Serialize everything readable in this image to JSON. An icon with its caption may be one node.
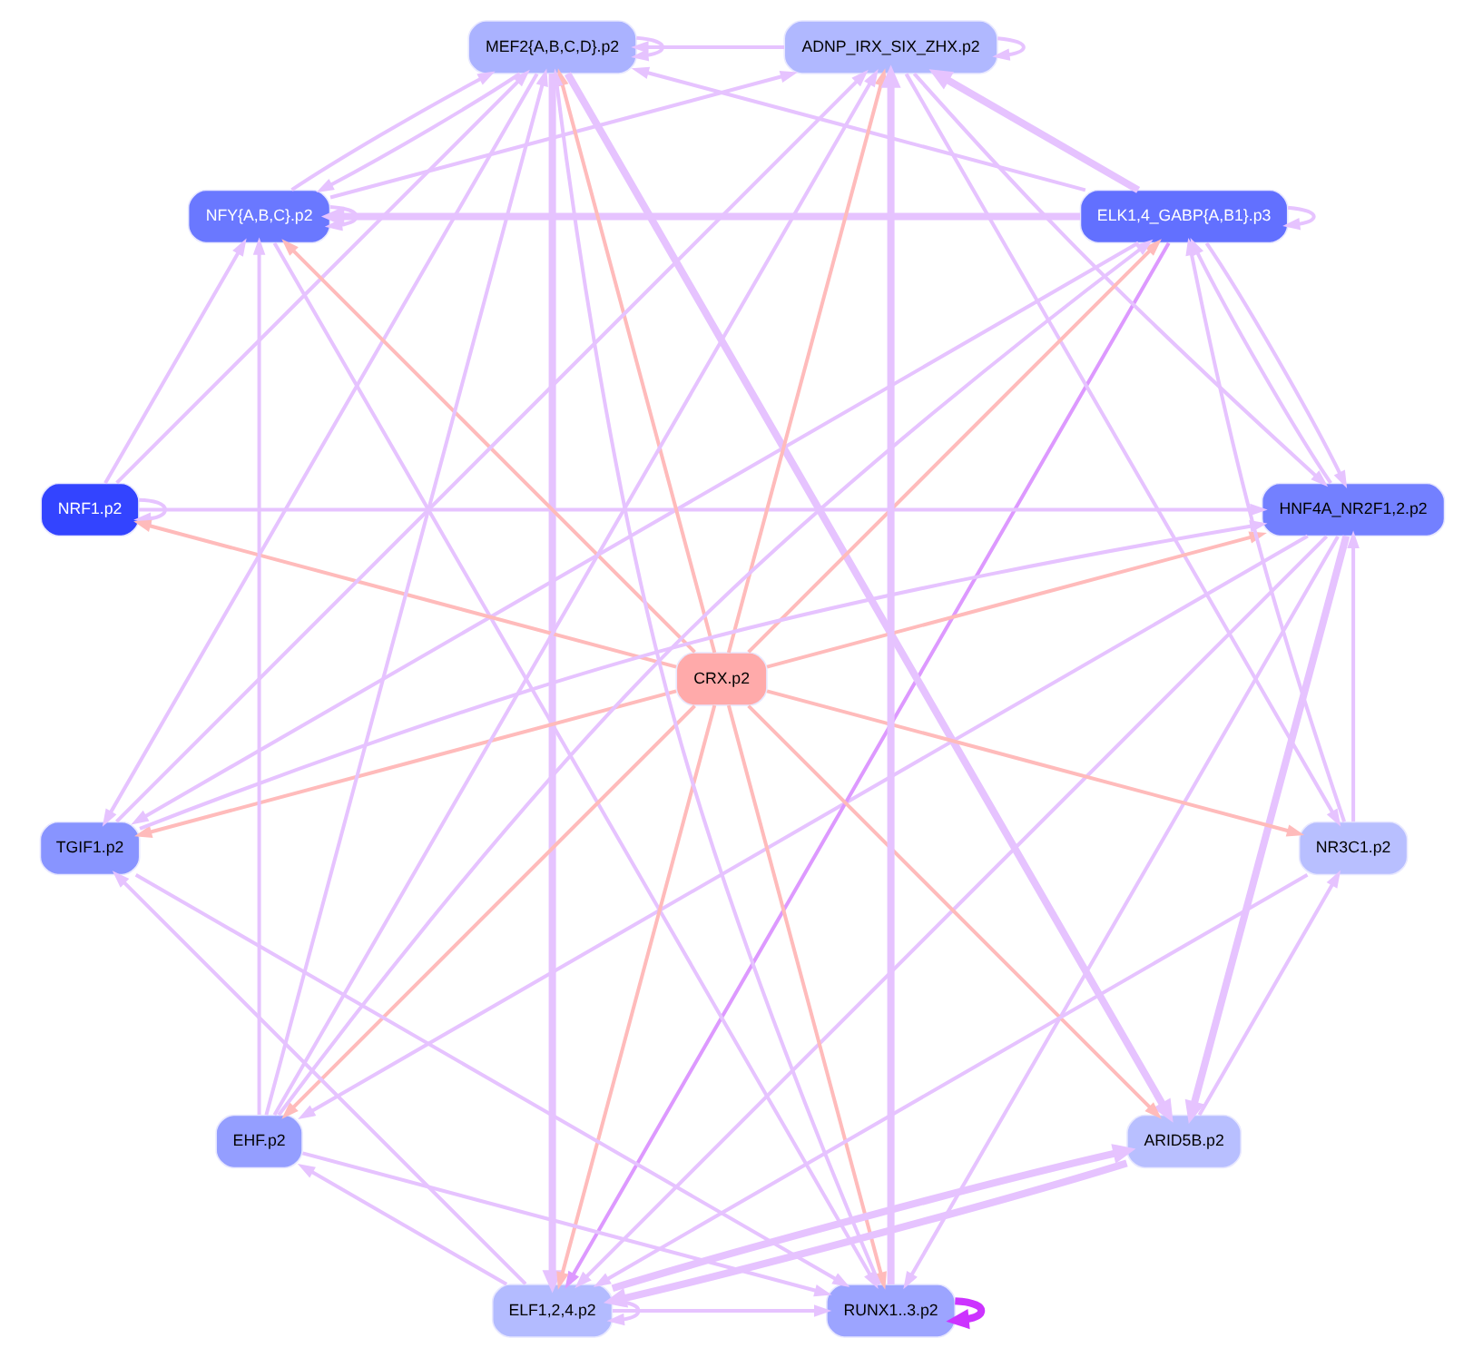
{
  "diagram": {
    "nodes": [
      {
        "text": [
          "HNF4A_NR2F1,2.p2"
        ]
      },
      {
        "text": [
          "ELK1,4_GABP{A,B1}.p3"
        ]
      },
      {
        "text": [
          "ADNP_IRX_SIX_ZHX.p2"
        ]
      },
      {
        "text": [
          "MEF2{A,B,C,D}.p2"
        ]
      },
      {
        "text": [
          "NFY{A,B,C}.p2"
        ]
      },
      {
        "text": [
          "NRF1.p2"
        ]
      },
      {
        "text": [
          "CRX.p2"
        ]
      },
      {
        "text": [
          "TGIF1.p2"
        ]
      },
      {
        "text": [
          "EHF.p2"
        ]
      },
      {
        "text": [
          "ELF1,2,4.p2"
        ]
      },
      {
        "text": [
          "RUNX1..3.p2"
        ]
      },
      {
        "text": [
          "ARID5B.p2"
        ]
      },
      {
        "text": [
          "NR3C1.p2"
        ]
      }
    ],
    "edges": [
      {
        "from": 6,
        "to": 0,
        "arrow": "to",
        "color": "#ffbbbb"
      },
      {
        "from": 6,
        "to": 1,
        "arrow": "to",
        "color": "#ffbbbb"
      },
      {
        "from": 6,
        "to": 2,
        "arrow": "to",
        "color": "#ffbbbb"
      },
      {
        "from": 6,
        "to": 3,
        "arrow": "to",
        "color": "#ffbbbb"
      },
      {
        "from": 6,
        "to": 4,
        "arrow": "to",
        "color": "#ffbbbb"
      },
      {
        "from": 6,
        "to": 5,
        "arrow": "to",
        "color": "#ffbbbb"
      },
      {
        "from": 6,
        "to": 7,
        "arrow": "to",
        "color": "#ffbbbb"
      },
      {
        "from": 6,
        "to": 8,
        "arrow": "to",
        "color": "#ffbbbb"
      },
      {
        "from": 6,
        "to": 9,
        "arrow": "to",
        "color": "#ffbbbb"
      },
      {
        "from": 6,
        "to": 10,
        "arrow": "to",
        "color": "#ffbbbb"
      },
      {
        "from": 6,
        "to": 11,
        "arrow": "to",
        "color": "#ffbbbb"
      },
      {
        "from": 6,
        "to": 12,
        "arrow": "to",
        "color": "#ffbbbb"
      },
      {
        "from": 0,
        "to": 1,
        "arrow": "to"
      },
      {
        "from": 1,
        "to": 0,
        "arrow": "to"
      },
      {
        "from": 1,
        "to": 1,
        "arrow": "to"
      },
      {
        "from": 2,
        "to": 2,
        "arrow": "to"
      },
      {
        "from": 3,
        "to": 3,
        "arrow": "to"
      },
      {
        "from": 4,
        "to": 4,
        "arrow": "to"
      },
      {
        "from": 5,
        "to": 5,
        "arrow": "to"
      },
      {
        "from": 9,
        "to": 9,
        "arrow": "to"
      },
      {
        "from": 10,
        "to": 10,
        "arrow": "to",
        "style": "thick",
        "color": "#cc33ff"
      },
      {
        "from": 2,
        "to": 0,
        "arrow": "to"
      },
      {
        "from": 1,
        "to": 2,
        "arrow": "to",
        "style": "thick"
      },
      {
        "from": 1,
        "to": 3,
        "arrow": "to"
      },
      {
        "from": 2,
        "to": 3,
        "arrow": "to"
      },
      {
        "from": 4,
        "to": 2,
        "arrow": "to"
      },
      {
        "from": 7,
        "to": 2,
        "arrow": "to"
      },
      {
        "from": 4,
        "to": 3,
        "arrow": "to"
      },
      {
        "from": 5,
        "to": 0,
        "arrow": "to"
      },
      {
        "from": 5,
        "to": 3,
        "arrow": "to"
      },
      {
        "from": 5,
        "to": 4,
        "arrow": "to"
      },
      {
        "from": 8,
        "to": 3,
        "arrow": "to"
      },
      {
        "from": 8,
        "to": 1,
        "arrow": "to"
      },
      {
        "from": 8,
        "to": 2,
        "arrow": "to"
      },
      {
        "from": 8,
        "to": 4,
        "arrow": "to"
      },
      {
        "from": 8,
        "to": 10,
        "arrow": "to"
      },
      {
        "from": 10,
        "to": 3,
        "arrow": "to"
      },
      {
        "from": 10,
        "to": 2,
        "arrow": "to",
        "style": "thick"
      },
      {
        "from": 7,
        "to": 10,
        "arrow": "to"
      },
      {
        "from": 9,
        "to": 7,
        "arrow": "to"
      },
      {
        "from": 9,
        "to": 8,
        "arrow": "to"
      },
      {
        "from": 9,
        "to": 10,
        "arrow": "to"
      },
      {
        "from": 12,
        "to": 9,
        "arrow": "to"
      },
      {
        "from": 11,
        "to": 9,
        "arrow": "to",
        "style": "thick"
      },
      {
        "from": 9,
        "to": 11,
        "arrow": "to",
        "style": "thick"
      },
      {
        "from": 11,
        "to": 12,
        "arrow": "to"
      },
      {
        "from": 0,
        "to": 11,
        "arrow": "to",
        "style": "thick"
      },
      {
        "from": 12,
        "to": 1,
        "arrow": "to"
      },
      {
        "from": 3,
        "to": 11,
        "arrow": "to",
        "style": "thick"
      },
      {
        "from": 3,
        "to": 9,
        "arrow": "to",
        "style": "thick"
      },
      {
        "from": 3,
        "to": 7,
        "arrow": "to"
      },
      {
        "from": 3,
        "to": 4,
        "arrow": "to"
      },
      {
        "from": 1,
        "to": 7,
        "arrow": "to"
      },
      {
        "from": 1,
        "to": 9,
        "arrow": "to",
        "color": "#dd99ff"
      },
      {
        "from": 1,
        "to": 4,
        "arrow": "to",
        "style": "thick"
      },
      {
        "from": 0,
        "to": 9,
        "arrow": "to"
      },
      {
        "from": 7,
        "to": 0,
        "arrow": "to"
      },
      {
        "from": 12,
        "to": 0,
        "arrow": "to"
      },
      {
        "from": 4,
        "to": 10,
        "arrow": "to"
      },
      {
        "from": 2,
        "to": 12,
        "arrow": "to"
      },
      {
        "from": 0,
        "to": 10,
        "arrow": "to"
      },
      {
        "from": 0,
        "to": 8,
        "arrow": "to"
      }
    ]
  }
}
